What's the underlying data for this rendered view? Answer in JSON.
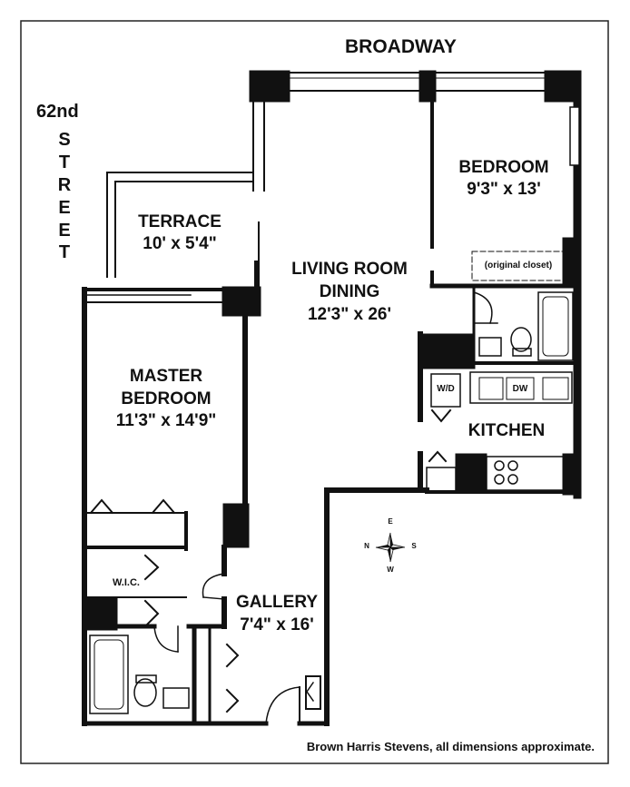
{
  "street_top": "BROADWAY",
  "street_side": {
    "number": "62nd",
    "letters": [
      "S",
      "T",
      "R",
      "E",
      "E",
      "T"
    ]
  },
  "rooms": {
    "terrace": {
      "name": "TERRACE",
      "dims": "10' x 5'4\""
    },
    "living": {
      "name1": "LIVING ROOM",
      "name2": "DINING",
      "dims": "12'3\" x 26'"
    },
    "bedroom": {
      "name": "BEDROOM",
      "dims": "9'3\" x 13'"
    },
    "master": {
      "name1": "MASTER",
      "name2": "BEDROOM",
      "dims": "11'3\" x 14'9\""
    },
    "kitchen": {
      "name": "KITCHEN"
    },
    "gallery": {
      "name": "GALLERY",
      "dims": "7'4\" x 16'"
    },
    "wic": {
      "name": "W.I.C."
    }
  },
  "fixtures": {
    "closet": "(original closet)",
    "washer_dryer": "W/D",
    "dishwasher": "DW"
  },
  "compass": {
    "n": "N",
    "s": "S",
    "e": "E",
    "w": "W"
  },
  "footer": "Brown Harris Stevens, all dimensions approximate.",
  "colors": {
    "wall": "#111111",
    "border": "#222222",
    "background": "#ffffff"
  }
}
